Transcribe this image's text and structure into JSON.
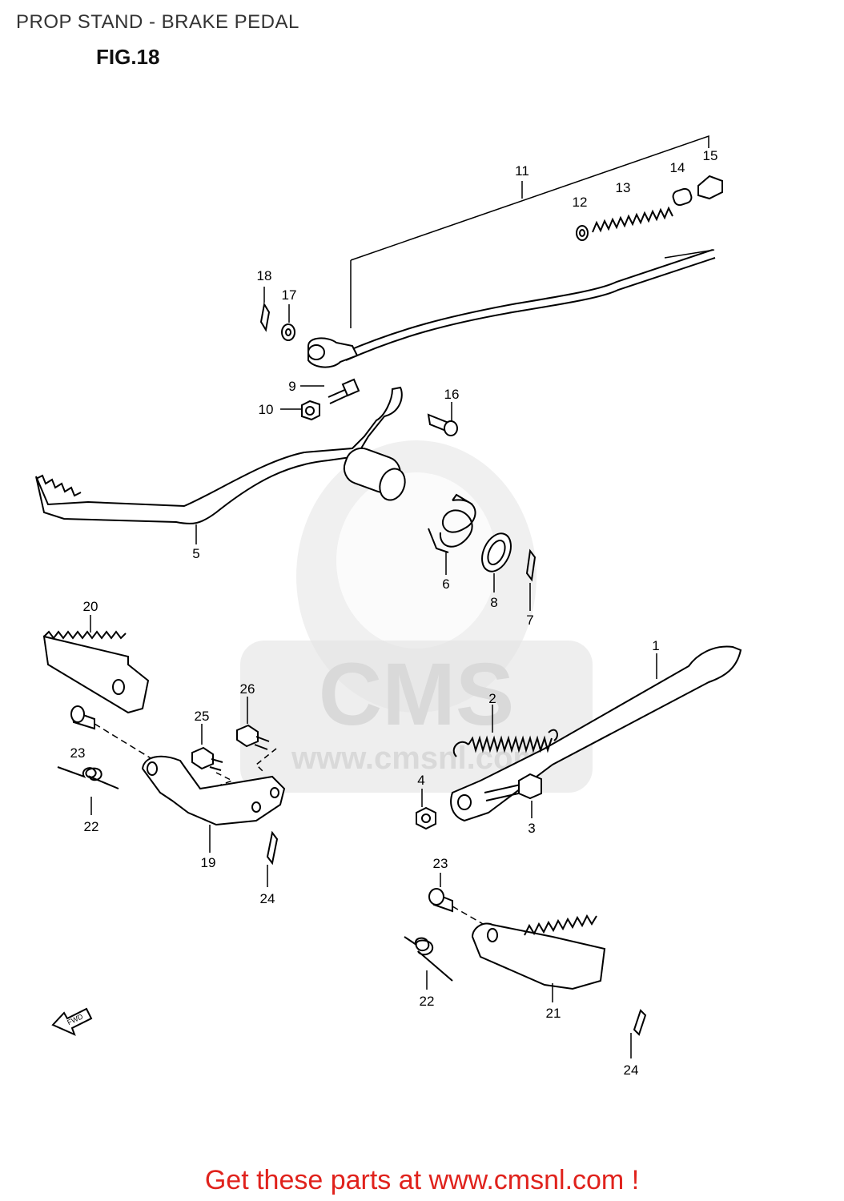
{
  "header": {
    "title": "PROP STAND - BRAKE PEDAL",
    "figure": "FIG.18"
  },
  "watermark": {
    "logo": "CMS",
    "url": "www.cmsnl.com"
  },
  "callouts": [
    "1",
    "2",
    "3",
    "4",
    "5",
    "6",
    "7",
    "8",
    "9",
    "10",
    "11",
    "12",
    "13",
    "14",
    "15",
    "16",
    "17",
    "18",
    "19",
    "20",
    "21",
    "22",
    "23",
    "24",
    "25",
    "26"
  ],
  "labels": {
    "p1": "1",
    "p2": "2",
    "p3": "3",
    "p4": "4",
    "p5": "5",
    "p6": "6",
    "p7": "7",
    "p8": "8",
    "p9": "9",
    "p10": "10",
    "p11": "11",
    "p12": "12",
    "p13": "13",
    "p14": "14",
    "p15": "15",
    "p16": "16",
    "p17": "17",
    "p18": "18",
    "p19": "19",
    "p20": "20",
    "p21": "21",
    "p22a": "22",
    "p22b": "22",
    "p23a": "23",
    "p23b": "23",
    "p24a": "24",
    "p24b": "24",
    "p25": "25",
    "p26": "26"
  },
  "fwd_arrow": "FWD",
  "footer": {
    "text": "Get these parts at www.cmsnl.com !"
  },
  "colors": {
    "footer": "#e0221c",
    "line": "#000000",
    "watermark": "#e3e3e3"
  }
}
